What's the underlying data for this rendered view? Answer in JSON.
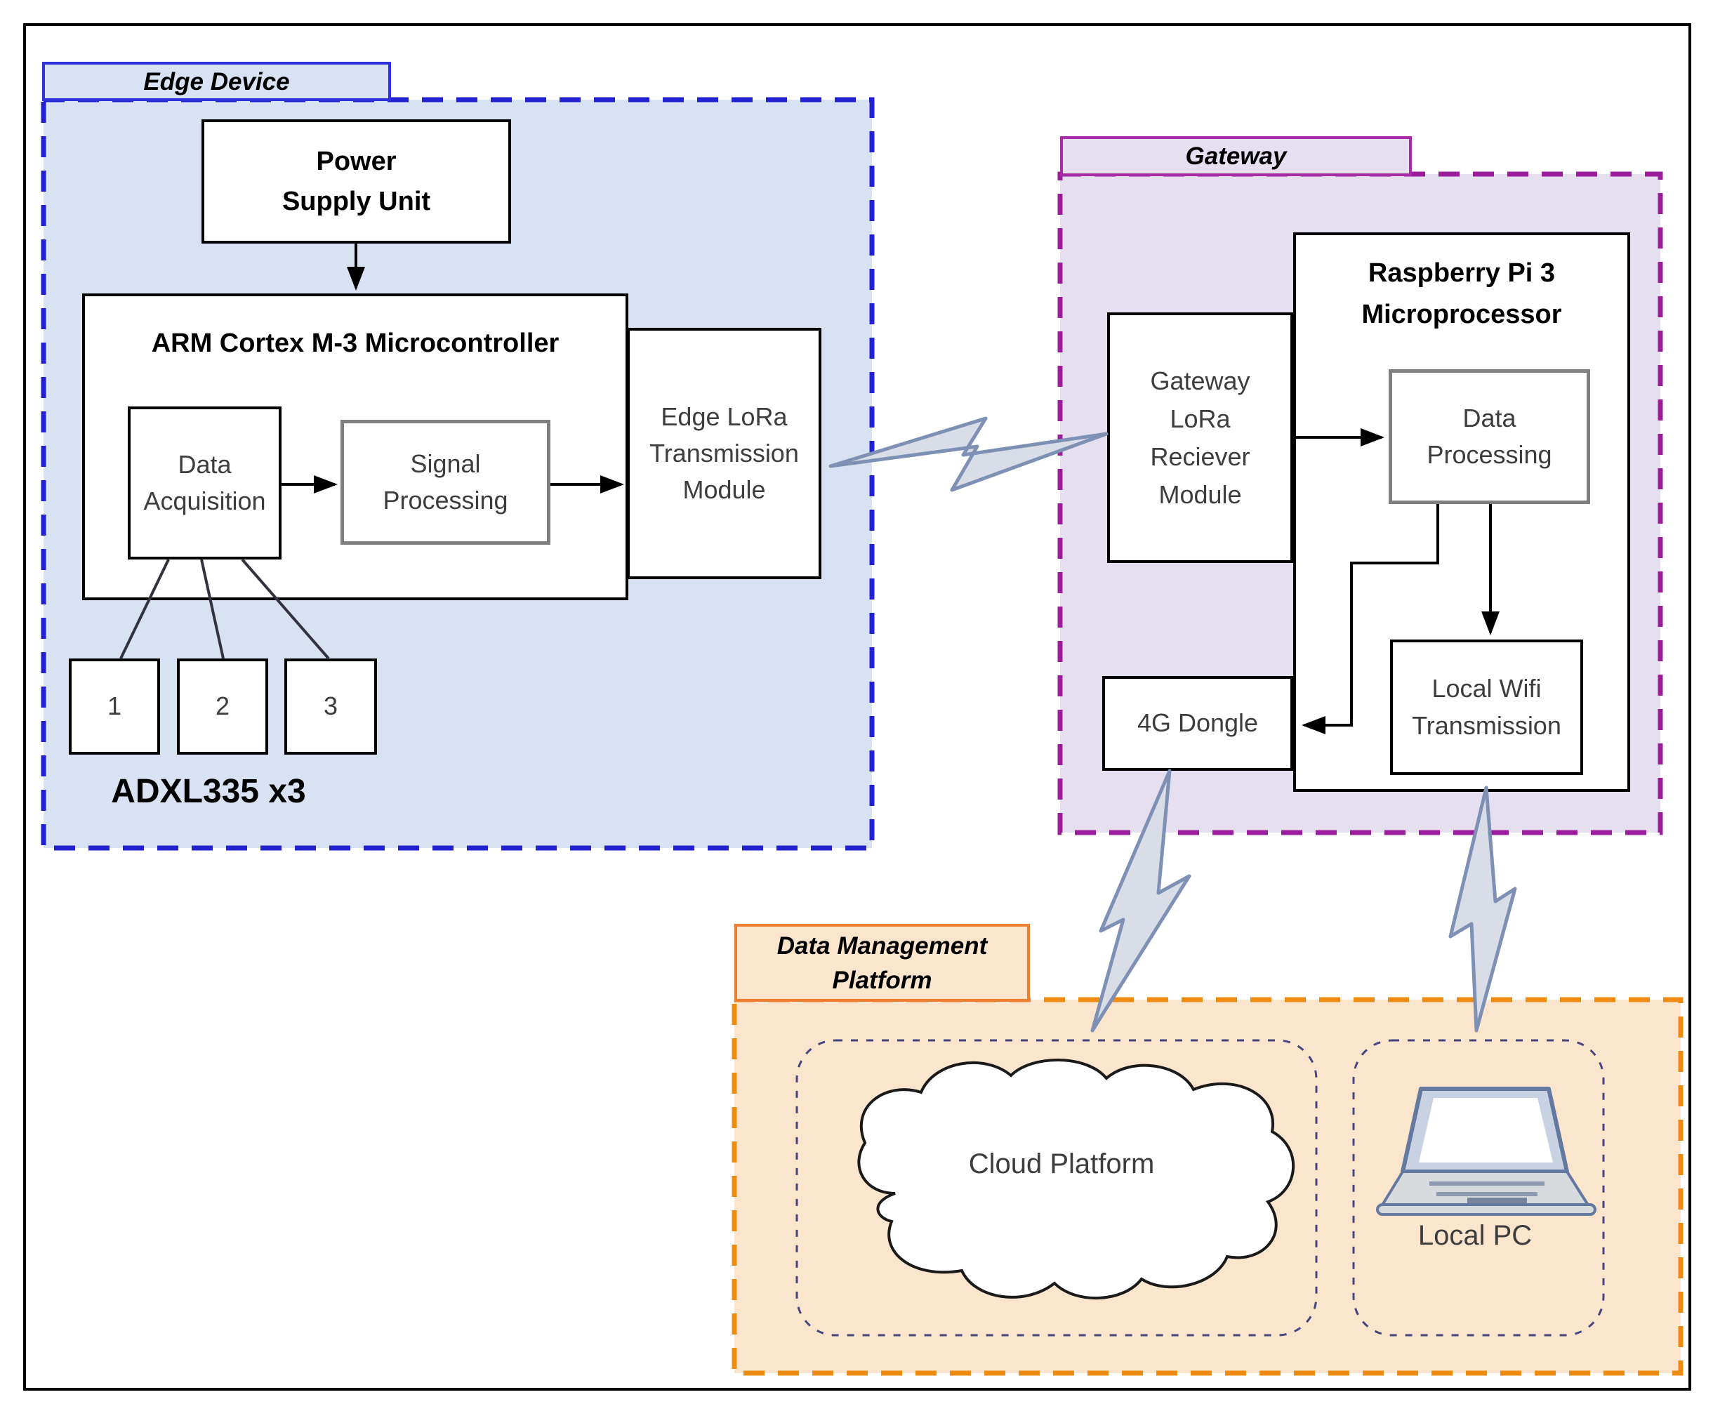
{
  "colors": {
    "edge_border": "#2121d1",
    "edge_fill": "#d9e2f3",
    "edge_label_border": "#3030dd",
    "gateway_border": "#9c1d9c",
    "gateway_fill": "#e6dff0",
    "gateway_label_border": "#a82ba8",
    "dmp_border": "#ee8c12",
    "dmp_fill": "#fce5cd",
    "dmp_label_border": "#ed7d31",
    "inner_dotted": "#45457e",
    "bolt_fill": "#d8dde8",
    "bolt_stroke": "#7e90b4",
    "connector": "#000000",
    "box_text": "#3d3d3d"
  },
  "edge_device": {
    "label": "Edge Device",
    "power_supply": {
      "line1": "Power",
      "line2": "Supply Unit"
    },
    "arm_title": "ARM Cortex M-3 Microcontroller",
    "data_acquisition": {
      "line1": "Data",
      "line2": "Acquisition"
    },
    "signal_processing": {
      "line1": "Signal",
      "line2": "Processing"
    },
    "edge_lora": {
      "line1": "Edge LoRa",
      "line2": "Transmission",
      "line3": "Module"
    },
    "sensors": {
      "s1": "1",
      "s2": "2",
      "s3": "3",
      "caption": "ADXL335 x3"
    }
  },
  "gateway": {
    "label": "Gateway",
    "raspberry_title": {
      "line1": "Raspberry Pi 3",
      "line2": "Microprocessor"
    },
    "gateway_lora": {
      "line1": "Gateway",
      "line2": "LoRa",
      "line3": "Reciever",
      "line4": "Module"
    },
    "data_processing": {
      "line1": "Data",
      "line2": "Processing"
    },
    "local_wifi": {
      "line1": "Local Wifi",
      "line2": "Transmission"
    },
    "dongle": "4G Dongle"
  },
  "data_management_platform": {
    "label": {
      "line1": "Data Management",
      "line2": "Platform"
    },
    "cloud": "Cloud Platform",
    "local_pc": "Local PC"
  }
}
